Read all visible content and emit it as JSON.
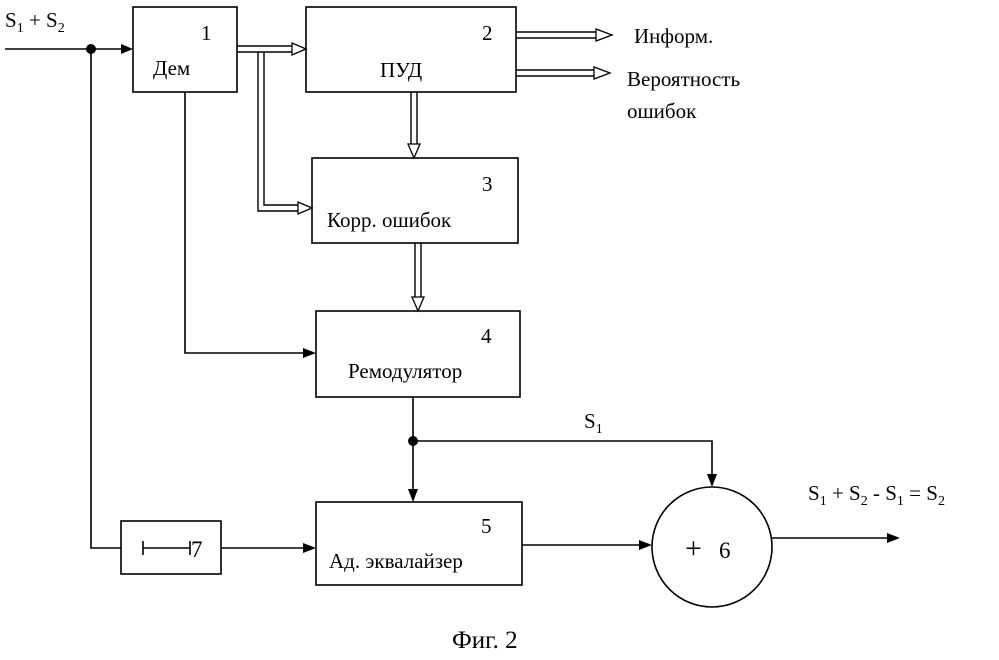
{
  "blocks": {
    "b1": {
      "num": "1",
      "label": "Дем"
    },
    "b2": {
      "num": "2",
      "label": "ПУД"
    },
    "b3": {
      "num": "3",
      "label": "Корр. ошибок"
    },
    "b4": {
      "num": "4",
      "label": "Ремодулятор"
    },
    "b5": {
      "num": "5",
      "label": "Ад. эквалайзер"
    },
    "b6": {
      "num": "6",
      "label": "+"
    },
    "b7": {
      "num": "7"
    }
  },
  "signals": {
    "input_main": "S",
    "input_sub1": "1",
    "input_plus": " + S",
    "input_sub2": "2",
    "s1_main": "S",
    "s1_sub": "1",
    "out_a": "S",
    "out_a_sub": "1",
    "out_b": " + S",
    "out_b_sub": "2",
    "out_c": " - S",
    "out_c_sub": "1",
    "out_d": " = S",
    "out_d_sub": "2"
  },
  "outputs": {
    "inform": "Информ.",
    "err_line1": "Вероятность",
    "err_line2": "ошибок"
  },
  "caption": "Фиг. 2"
}
